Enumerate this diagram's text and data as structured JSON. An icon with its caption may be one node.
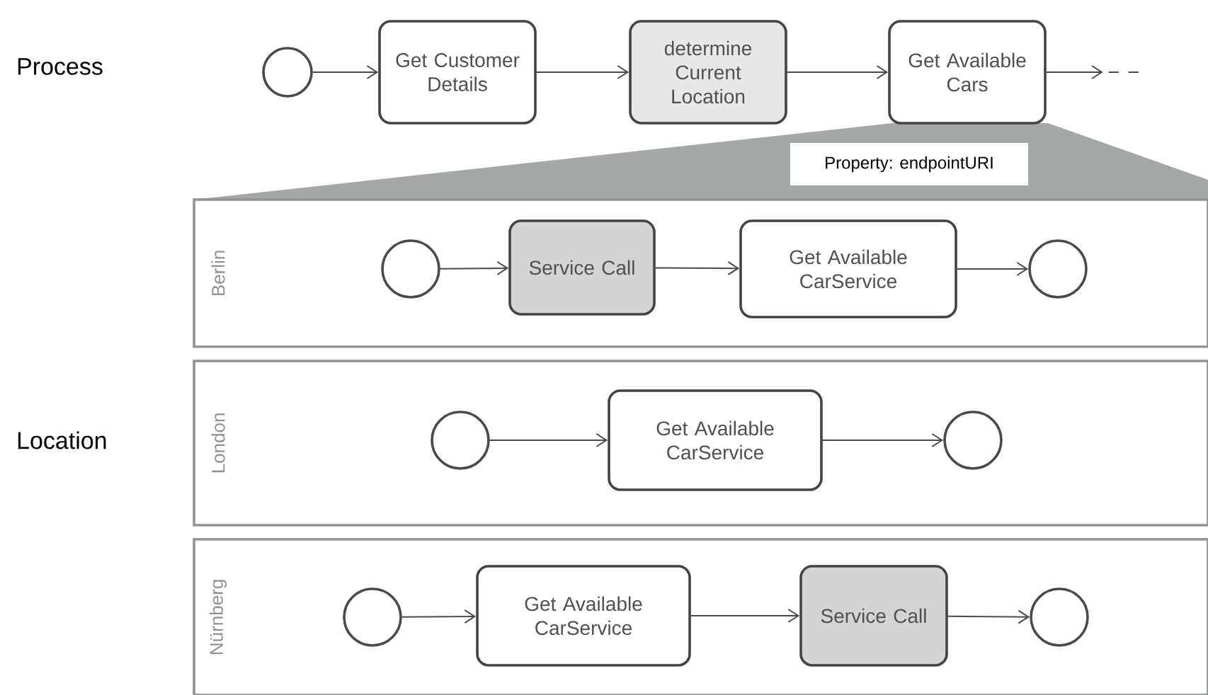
{
  "diagram": {
    "nodes": [
      {
        "text": [],
        "shape": "circle"
      },
      {
        "text": [
          "Get Customer Details"
        ]
      },
      {
        "text": [
          "determine Current Location"
        ]
      },
      {
        "text": [
          "Get Available Cars"
        ]
      },
      {
        "text": [
          "Property: endpointURI"
        ]
      },
      {
        "text": [
          "Berlin"
        ]
      },
      {
        "text": [],
        "shape": "circle",
        "in": 5
      },
      {
        "text": [
          "Service Call"
        ],
        "in": 5
      },
      {
        "text": [
          "Get Available CarService"
        ],
        "in": 5
      },
      {
        "text": [],
        "shape": "circle",
        "in": 5
      },
      {
        "text": [
          "London"
        ]
      },
      {
        "text": [],
        "shape": "circle",
        "in": 10
      },
      {
        "text": [
          "Get Available CarService"
        ],
        "in": 10
      },
      {
        "text": [],
        "shape": "circle",
        "in": 10
      },
      {
        "text": [
          "Nürnberg"
        ]
      },
      {
        "text": [],
        "shape": "circle",
        "in": 14
      },
      {
        "text": [
          "Get Available CarService"
        ],
        "in": 14
      },
      {
        "text": [
          "Service Call"
        ],
        "in": 14
      },
      {
        "text": [],
        "shape": "circle",
        "in": 14
      }
    ],
    "edges": [
      {
        "from": 0,
        "to": 1,
        "arrow": "to"
      },
      {
        "from": 1,
        "to": 2,
        "arrow": "to"
      },
      {
        "from": 2,
        "to": 3,
        "arrow": "to"
      },
      {
        "from": 3,
        "to": null,
        "arrow": "to"
      },
      {
        "from": 6,
        "to": 7,
        "arrow": "to"
      },
      {
        "from": 7,
        "to": 8,
        "arrow": "to"
      },
      {
        "from": 8,
        "to": 9,
        "arrow": "to"
      },
      {
        "from": 11,
        "to": 12,
        "arrow": "to"
      },
      {
        "from": 12,
        "to": 13,
        "arrow": "to"
      },
      {
        "from": 15,
        "to": 16,
        "arrow": "to"
      },
      {
        "from": 16,
        "to": 17,
        "arrow": "to"
      },
      {
        "from": 17,
        "to": 18,
        "arrow": "to"
      }
    ],
    "labels": [
      "Process",
      "Location"
    ]
  }
}
